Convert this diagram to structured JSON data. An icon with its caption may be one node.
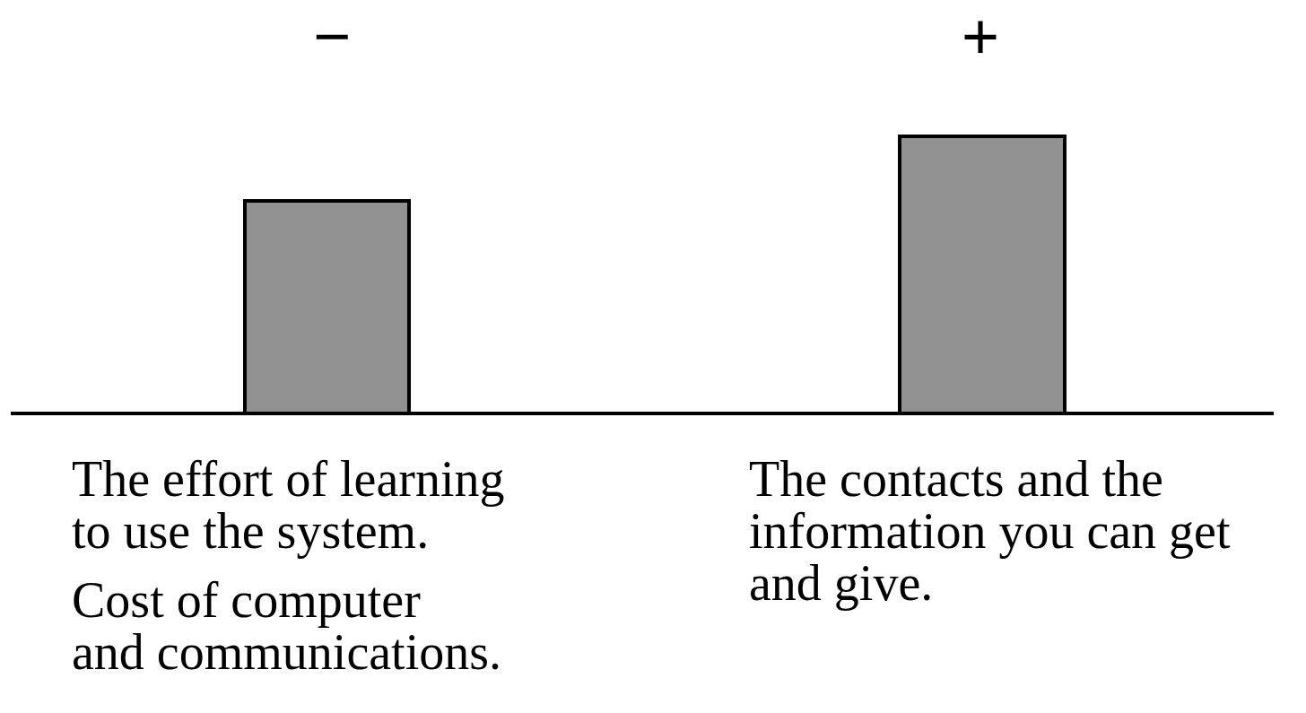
{
  "diagram": {
    "nodes": [
      {
        "text": [],
        "shape": "bar"
      },
      {
        "text": [],
        "shape": "bar"
      }
    ],
    "labels": [
      "−",
      "+",
      "The effort of learning to use the system.",
      "The contacts and the information you can get and give.",
      "Cost of computer and communications."
    ]
  }
}
